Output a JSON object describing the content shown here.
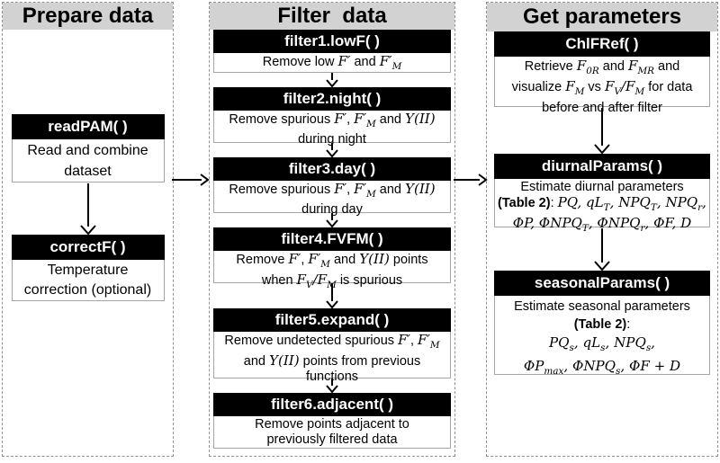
{
  "diagram": {
    "columns": [
      {
        "header": "Prepare data",
        "boxes": [
          {
            "title": "readPAM( )",
            "body": [
              [
                "r",
                "Read and combine"
              ],
              [
                "n",
                ""
              ],
              [
                "r",
                "dataset"
              ]
            ]
          },
          {
            "title": "correctF( )",
            "body": [
              [
                "r",
                "Temperature"
              ],
              [
                "n",
                ""
              ],
              [
                "r",
                "correction (optional)"
              ]
            ]
          }
        ]
      },
      {
        "header": "Filter  data",
        "boxes": [
          {
            "title": "filter1.lowF( )",
            "body": [
              [
                "r",
                "Remove low "
              ],
              [
                "m",
                "F′"
              ],
              [
                "r",
                " and "
              ],
              [
                "m",
                "F′"
              ],
              [
                "s",
                "M"
              ]
            ]
          },
          {
            "title": "filter2.night( )",
            "body": [
              [
                "r",
                "Remove spurious "
              ],
              [
                "m",
                "F′"
              ],
              [
                "r",
                ", "
              ],
              [
                "m",
                "F′"
              ],
              [
                "s",
                "M"
              ],
              [
                "r",
                " and "
              ],
              [
                "m",
                "Y(II)"
              ],
              [
                "n",
                ""
              ],
              [
                "r",
                "during night"
              ]
            ]
          },
          {
            "title": "filter3.day( )",
            "body": [
              [
                "r",
                "Remove spurious "
              ],
              [
                "m",
                "F′"
              ],
              [
                "r",
                ", "
              ],
              [
                "m",
                "F′"
              ],
              [
                "s",
                "M"
              ],
              [
                "r",
                " and "
              ],
              [
                "m",
                "Y(II)"
              ],
              [
                "n",
                ""
              ],
              [
                "r",
                "during day"
              ]
            ]
          },
          {
            "title": "filter4.FVFM( )",
            "body": [
              [
                "r",
                "Remove "
              ],
              [
                "m",
                "F′"
              ],
              [
                "r",
                ", "
              ],
              [
                "m",
                "F′"
              ],
              [
                "s",
                "M"
              ],
              [
                "r",
                " and "
              ],
              [
                "m",
                "Y(II)"
              ],
              [
                "r",
                "  points"
              ],
              [
                "n",
                ""
              ],
              [
                "r",
                "when "
              ],
              [
                "m",
                "F"
              ],
              [
                "s",
                "V"
              ],
              [
                "m",
                "/F"
              ],
              [
                "s",
                "M"
              ],
              [
                "r",
                " is spurious"
              ]
            ]
          },
          {
            "title": "filter5.expand( )",
            "body": [
              [
                "r",
                "Remove undetected spurious "
              ],
              [
                "m",
                "F′"
              ],
              [
                "r",
                ", "
              ],
              [
                "m",
                "F′"
              ],
              [
                "s",
                "M"
              ],
              [
                "n",
                ""
              ],
              [
                "r",
                "and "
              ],
              [
                "m",
                "Y(II)"
              ],
              [
                "r",
                " points from previous"
              ],
              [
                "n",
                ""
              ],
              [
                "r",
                "functions"
              ]
            ]
          },
          {
            "title": "filter6.adjacent( )",
            "body": [
              [
                "r",
                "Remove points adjacent to"
              ],
              [
                "n",
                ""
              ],
              [
                "r",
                "previously filtered data"
              ]
            ]
          }
        ]
      },
      {
        "header": "Get parameters",
        "boxes": [
          {
            "title": "ChlFRef( )",
            "body": [
              [
                "r",
                "Retrieve "
              ],
              [
                "m",
                "F"
              ],
              [
                "s",
                "0R"
              ],
              [
                "r",
                " and "
              ],
              [
                "m",
                "F"
              ],
              [
                "s",
                "MR"
              ],
              [
                "r",
                " and"
              ],
              [
                "n",
                ""
              ],
              [
                "r",
                "visualize "
              ],
              [
                "m",
                "F"
              ],
              [
                "s",
                "M"
              ],
              [
                "r",
                " vs "
              ],
              [
                "m",
                "F"
              ],
              [
                "s",
                "V"
              ],
              [
                "m",
                "/F"
              ],
              [
                "s",
                "M"
              ],
              [
                "r",
                " for data"
              ],
              [
                "n",
                ""
              ],
              [
                "r",
                "before and after filter"
              ]
            ]
          },
          {
            "title": "diurnalParams( )",
            "body": [
              [
                "r",
                "Estimate diurnal parameters"
              ],
              [
                "n",
                ""
              ],
              [
                "b",
                "(Table 2)"
              ],
              [
                "r",
                ": "
              ],
              [
                "m",
                "PQ, qL"
              ],
              [
                "s",
                "T"
              ],
              [
                "m",
                ", NPQ"
              ],
              [
                "s",
                "T"
              ],
              [
                "m",
                ", NPQ"
              ],
              [
                "s",
                "r"
              ],
              [
                "m",
                ","
              ],
              [
                "n",
                ""
              ],
              [
                "m",
                "ΦP, ΦNPQ"
              ],
              [
                "s",
                "T"
              ],
              [
                "m",
                ", ΦNPQ"
              ],
              [
                "s",
                "r"
              ],
              [
                "m",
                ", ΦF, D"
              ]
            ]
          },
          {
            "title": "seasonalParams( )",
            "body": [
              [
                "r",
                "Estimate seasonal parameters"
              ],
              [
                "n",
                ""
              ],
              [
                "b",
                "(Table 2)"
              ],
              [
                "r",
                ":"
              ],
              [
                "n",
                ""
              ],
              [
                "m",
                "PQ"
              ],
              [
                "s",
                "s"
              ],
              [
                "m",
                ", qL"
              ],
              [
                "s",
                "s"
              ],
              [
                "m",
                ", NPQ"
              ],
              [
                "s",
                "s"
              ],
              [
                "m",
                ","
              ],
              [
                "n",
                ""
              ],
              [
                "m",
                "ΦP"
              ],
              [
                "s",
                "max"
              ],
              [
                "m",
                ", ΦNPQ"
              ],
              [
                "s",
                "s"
              ],
              [
                "m",
                ", ΦF + D"
              ]
            ]
          }
        ]
      }
    ],
    "colors": {
      "header_bg": "#d2d2d2",
      "function_bar_bg": "#000000",
      "box_border": "#a6a6a6",
      "column_border": "#919191",
      "arrow": "#000000"
    }
  }
}
